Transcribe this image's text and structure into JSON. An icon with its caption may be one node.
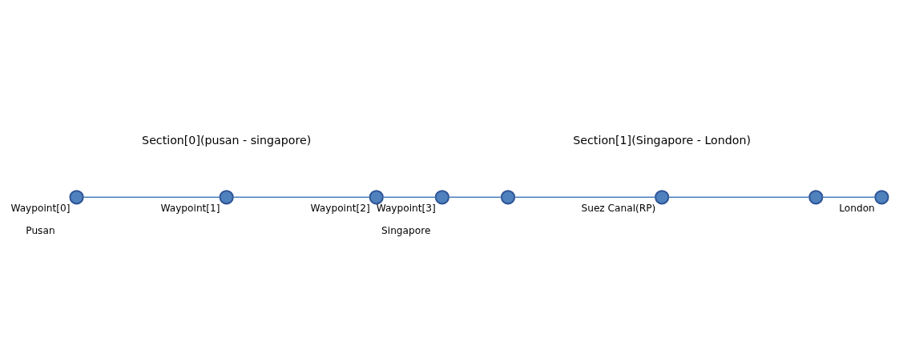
{
  "diagram": {
    "nodes": [
      {
        "text": [],
        "shape": "circle",
        "beside": [
          "Waypoint[0]",
          "Pusan"
        ]
      },
      {
        "text": [],
        "shape": "circle",
        "beside": [
          "Waypoint[1]"
        ]
      },
      {
        "text": [],
        "shape": "circle",
        "beside": [
          "Waypoint[2]"
        ]
      },
      {
        "text": [],
        "shape": "circle",
        "beside": [
          "Waypoint[3]",
          "Singapore"
        ]
      },
      {
        "text": [],
        "shape": "circle"
      },
      {
        "text": [],
        "shape": "circle",
        "beside": [
          "Suez Canal(RP)"
        ]
      },
      {
        "text": [],
        "shape": "circle"
      },
      {
        "text": [],
        "shape": "circle",
        "beside": [
          "London"
        ]
      }
    ],
    "edges": [
      {
        "from": 0,
        "to": 1,
        "arrow": "none"
      },
      {
        "from": 1,
        "to": 2,
        "arrow": "none"
      },
      {
        "from": 2,
        "to": 3,
        "arrow": "none"
      },
      {
        "from": 3,
        "to": 4,
        "arrow": "none"
      },
      {
        "from": 4,
        "to": 5,
        "arrow": "none"
      },
      {
        "from": 5,
        "to": 6,
        "arrow": "none"
      },
      {
        "from": 6,
        "to": 7,
        "arrow": "none"
      }
    ],
    "labels": [
      "Section[0](pusan - singapore)",
      "Section[1](Singapore - London)"
    ]
  }
}
